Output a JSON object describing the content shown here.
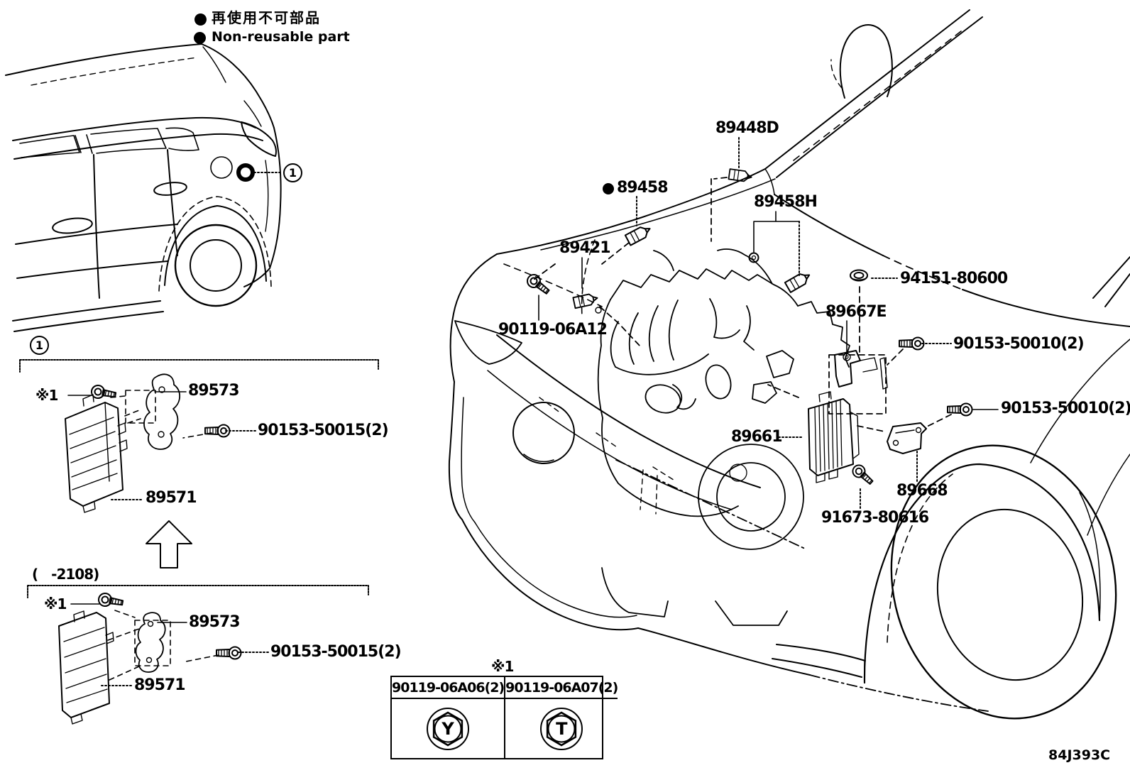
{
  "legend": {
    "jp": "再使用不可部品",
    "en": "Non-reusable part"
  },
  "callouts": {
    "one": "1"
  },
  "sections": {
    "detail_top": {
      "marker": "1",
      "ref": "※1",
      "bracket": "89573",
      "screw": "90153-50015(2)",
      "ecu": "89571"
    },
    "detail_bottom": {
      "range": "(　-2108)",
      "ref": "※1",
      "bracket": "89573",
      "screw": "90153-50015(2)",
      "ecu": "89571"
    }
  },
  "parts": {
    "p89448d": "89448D",
    "p89458": "89458",
    "p89458h": "89458H",
    "p89421": "89421",
    "p90119_06a12": "90119-06A12",
    "p94151_80600": "94151-80600",
    "p89667e": "89667E",
    "p90153_50010": "90153-50010(2)",
    "p89661": "89661",
    "p89668": "89668",
    "p91673_80616": "91673-80616"
  },
  "table": {
    "note": "※1",
    "cells": [
      {
        "part": "90119-06A06(2)",
        "glyph": "Y"
      },
      {
        "part": "90119-06A07(2)",
        "glyph": "T"
      }
    ]
  },
  "footer": {
    "code": "84J393C"
  }
}
